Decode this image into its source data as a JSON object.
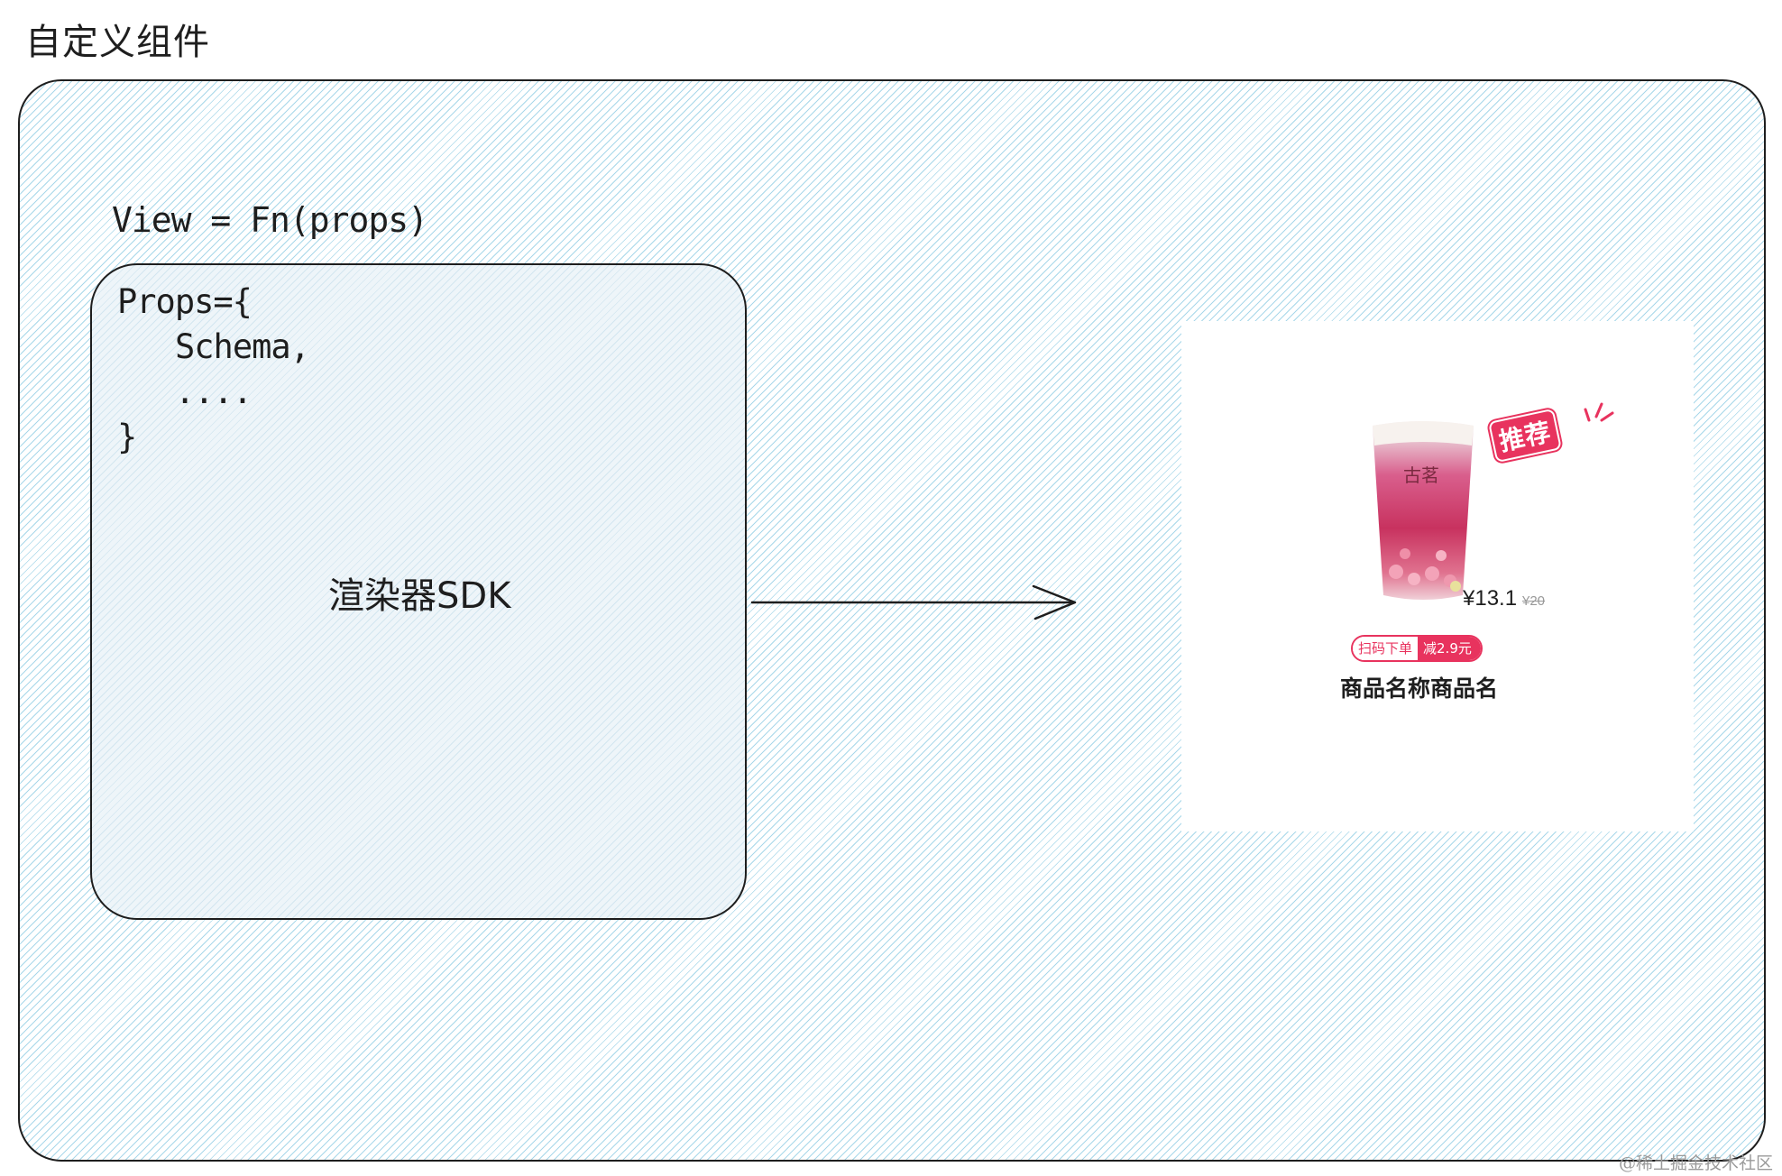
{
  "page_title": "自定义组件",
  "formula": "View = Fn(props)",
  "props_code": {
    "line1": "Props={",
    "line2": "Schema,",
    "line3": "....",
    "line4": "}"
  },
  "sdk_label": "渲染器SDK",
  "product_card": {
    "cup_brand": "古茗",
    "badge": "推荐",
    "price": "¥13.1",
    "original_price": "¥20",
    "promo_left": "扫码下单",
    "promo_right": "减2.9元",
    "name": "商品名称商品名"
  },
  "watermark": "@稀土掘金技术社区",
  "colors": {
    "hatch": "#a9d8ea",
    "accent_red": "#e8335e",
    "stroke": "#1e1e1e"
  }
}
